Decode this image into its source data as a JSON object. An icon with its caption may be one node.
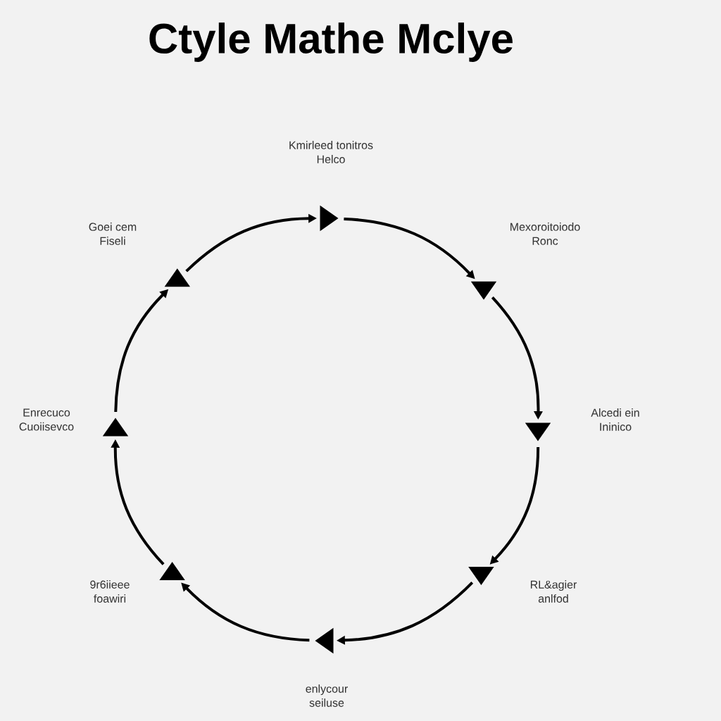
{
  "diagram": {
    "title": "Ctyle Mathe Mclye",
    "nodes": [
      {
        "text": [],
        "shape": "triangle",
        "beside": [
          "Kmirleed tonitros",
          "Helco"
        ]
      },
      {
        "text": [],
        "shape": "triangle",
        "beside": [
          "Mexoroitoiodo",
          "Ronc"
        ]
      },
      {
        "text": [],
        "shape": "triangle",
        "beside": [
          "Alcedi ein",
          "Ininico"
        ]
      },
      {
        "text": [],
        "shape": "triangle",
        "beside": [
          "RL&agier",
          "anlfod"
        ]
      },
      {
        "text": [],
        "shape": "triangle",
        "beside": [
          "enlycour",
          "seiluse"
        ]
      },
      {
        "text": [],
        "shape": "triangle",
        "beside": [
          "9r6iieee",
          "foawiri"
        ]
      },
      {
        "text": [],
        "shape": "triangle",
        "beside": [
          "Enrecuco",
          "Cuoiisevco"
        ]
      },
      {
        "text": [],
        "shape": "triangle",
        "beside": [
          "Goei cem",
          "Fiseli"
        ]
      }
    ],
    "edges": [
      {
        "from": 0,
        "to": 1,
        "arrow": "to"
      },
      {
        "from": 1,
        "to": 2,
        "arrow": "to"
      },
      {
        "from": 2,
        "to": 3,
        "arrow": "to"
      },
      {
        "from": 3,
        "to": 4,
        "arrow": "to"
      },
      {
        "from": 4,
        "to": 5,
        "arrow": "to"
      },
      {
        "from": 5,
        "to": 6,
        "arrow": "to"
      },
      {
        "from": 6,
        "to": 7,
        "arrow": "to"
      },
      {
        "from": 7,
        "to": 0,
        "arrow": "to"
      }
    ]
  }
}
